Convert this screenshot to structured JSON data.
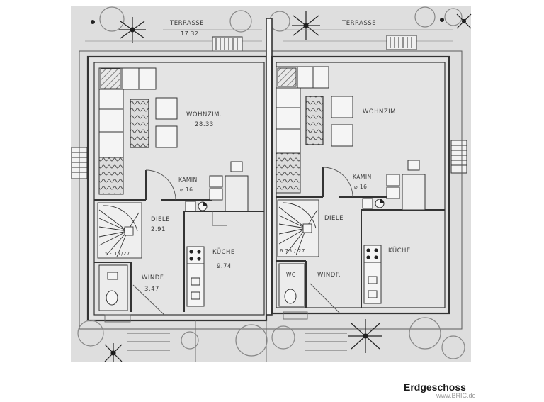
{
  "plan": {
    "left": {
      "terrace_label": "TERRASSE",
      "terrace_area": "17.32",
      "living_label": "WOHNZIM.",
      "living_area": "28.33",
      "fireplace_label": "KAMIN",
      "fireplace_dim": "⌀ 16",
      "hall_label": "DIELE",
      "hall_area": "2.91",
      "stair_label": "15 · 17/27",
      "kitchen_label": "KÜCHE",
      "kitchen_area": "9.74",
      "porch_label": "WINDF.",
      "porch_area": "3.47"
    },
    "right": {
      "terrace_label": "TERRASSE",
      "living_label": "WOHNZIM.",
      "fireplace_label": "KAMIN",
      "fireplace_dim": "⌀ 16",
      "hall_label": "DIELE",
      "stair_label": "6.75 / 27",
      "wc_label": "WC",
      "kitchen_label": "KÜCHE",
      "porch_label": "WINDF."
    }
  },
  "caption": "Erdgeschoss",
  "watermark": "www.BRIC.de"
}
